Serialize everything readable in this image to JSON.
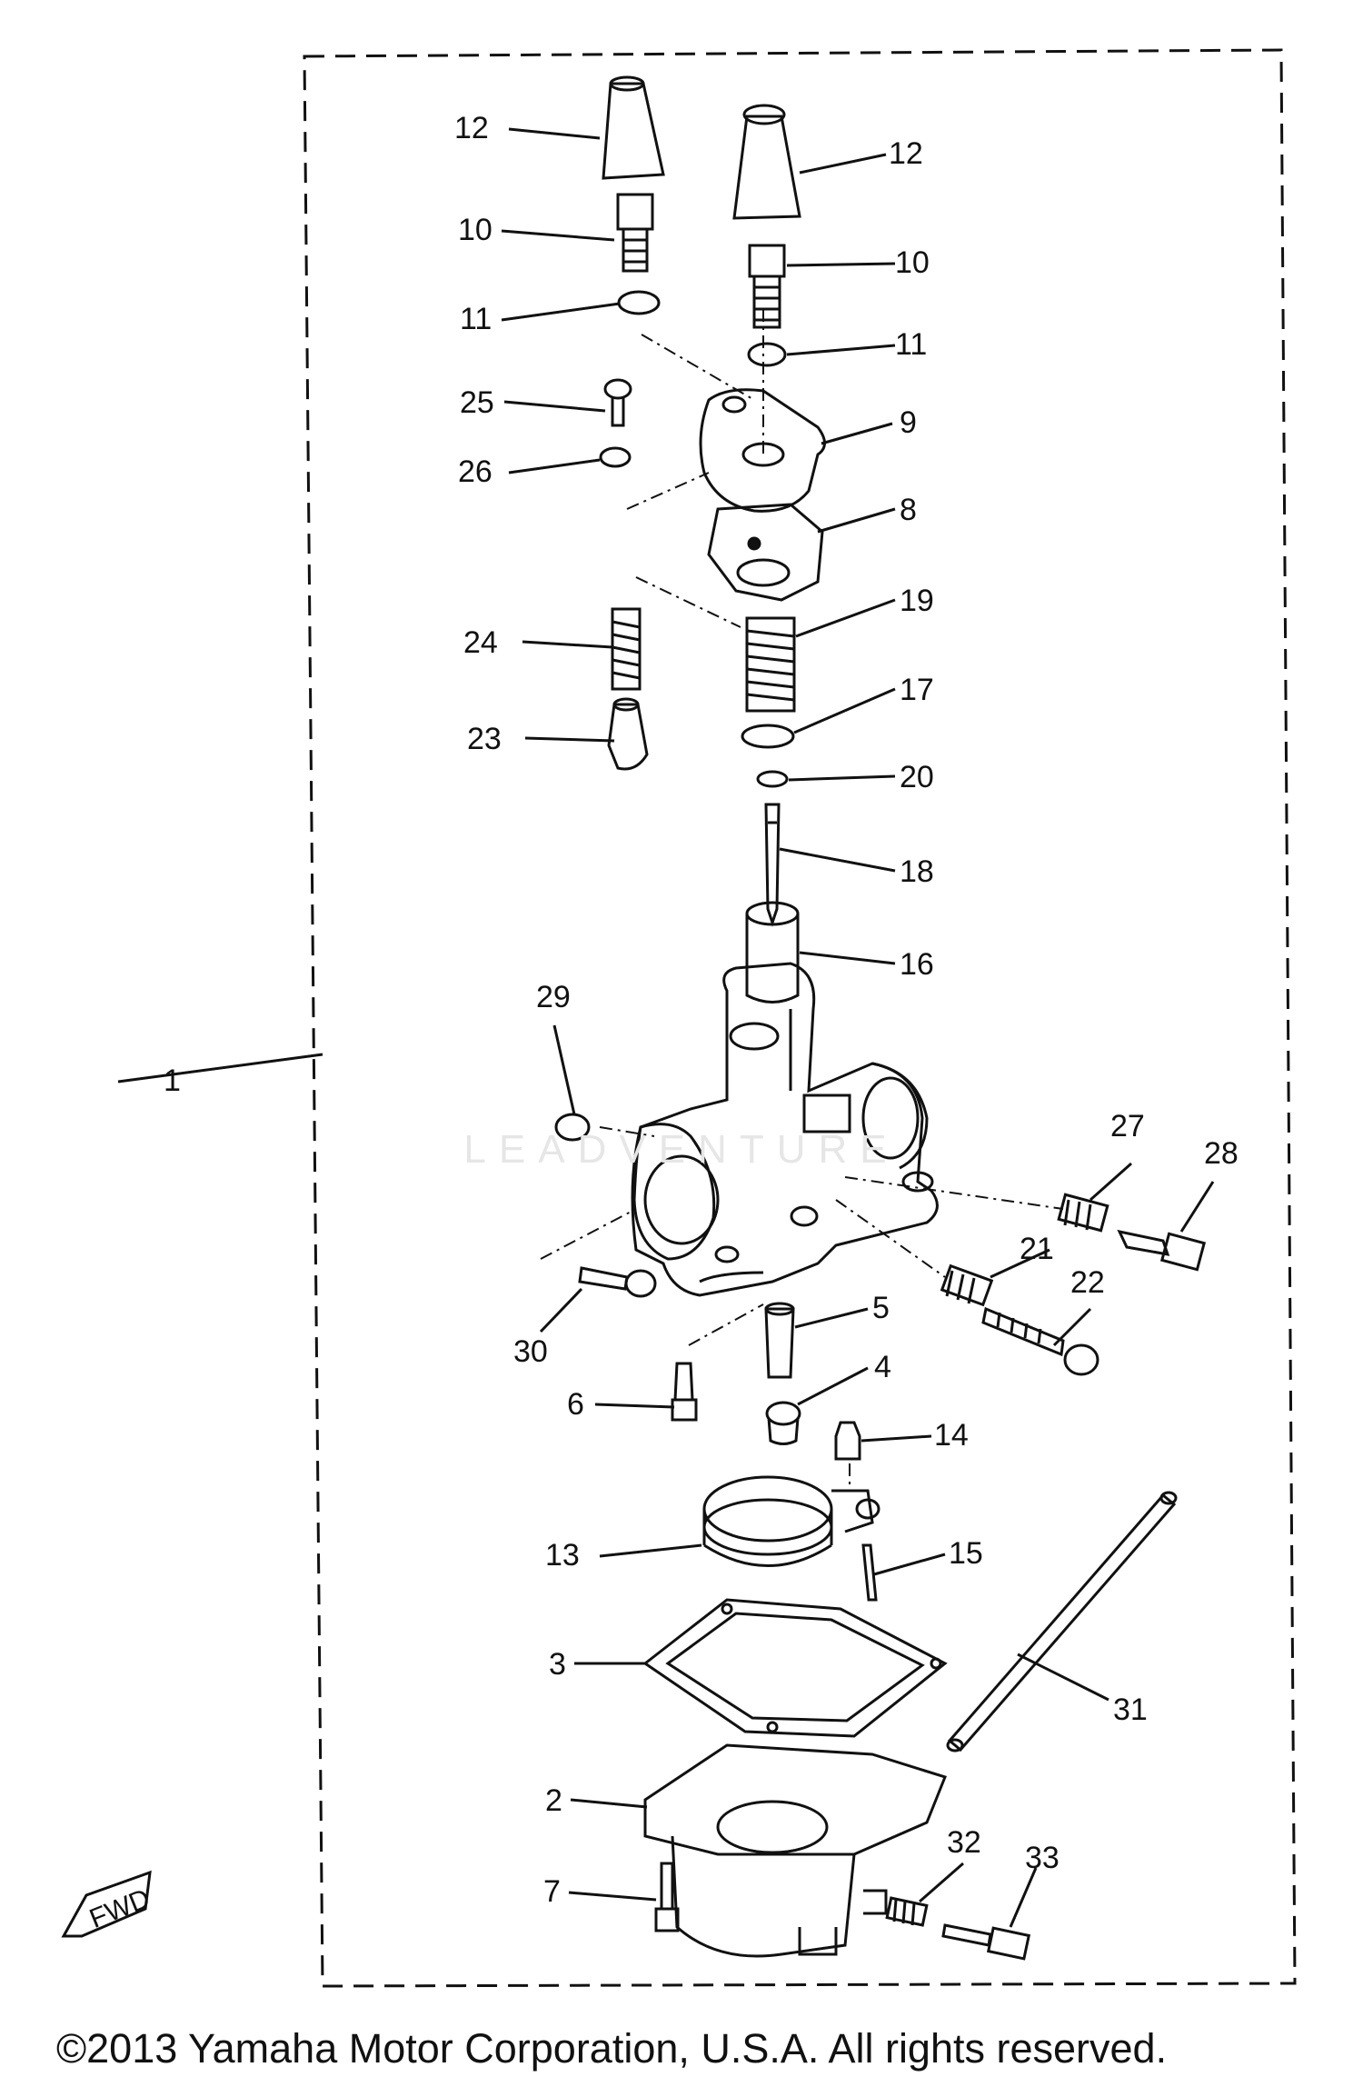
{
  "diagram": {
    "callouts": [
      {
        "id": "1",
        "label": "1"
      },
      {
        "id": "2",
        "label": "2"
      },
      {
        "id": "3",
        "label": "3"
      },
      {
        "id": "4",
        "label": "4"
      },
      {
        "id": "5",
        "label": "5"
      },
      {
        "id": "6",
        "label": "6"
      },
      {
        "id": "7",
        "label": "7"
      },
      {
        "id": "8",
        "label": "8"
      },
      {
        "id": "9",
        "label": "9"
      },
      {
        "id": "10a",
        "label": "10"
      },
      {
        "id": "10b",
        "label": "10"
      },
      {
        "id": "11a",
        "label": "11"
      },
      {
        "id": "11b",
        "label": "11"
      },
      {
        "id": "12a",
        "label": "12"
      },
      {
        "id": "12b",
        "label": "12"
      },
      {
        "id": "13",
        "label": "13"
      },
      {
        "id": "14",
        "label": "14"
      },
      {
        "id": "15",
        "label": "15"
      },
      {
        "id": "16",
        "label": "16"
      },
      {
        "id": "17",
        "label": "17"
      },
      {
        "id": "18",
        "label": "18"
      },
      {
        "id": "19",
        "label": "19"
      },
      {
        "id": "20",
        "label": "20"
      },
      {
        "id": "21",
        "label": "21"
      },
      {
        "id": "22",
        "label": "22"
      },
      {
        "id": "23",
        "label": "23"
      },
      {
        "id": "24",
        "label": "24"
      },
      {
        "id": "25",
        "label": "25"
      },
      {
        "id": "26",
        "label": "26"
      },
      {
        "id": "27",
        "label": "27"
      },
      {
        "id": "28",
        "label": "28"
      },
      {
        "id": "29",
        "label": "29"
      },
      {
        "id": "30",
        "label": "30"
      },
      {
        "id": "31",
        "label": "31"
      },
      {
        "id": "32",
        "label": "32"
      },
      {
        "id": "33",
        "label": "33"
      }
    ],
    "fwd_label": "FWD",
    "watermark": "LEADVENTURE"
  },
  "footer": {
    "copyright": "©2013 Yamaha Motor Corporation, U.S.A. All rights reserved."
  }
}
